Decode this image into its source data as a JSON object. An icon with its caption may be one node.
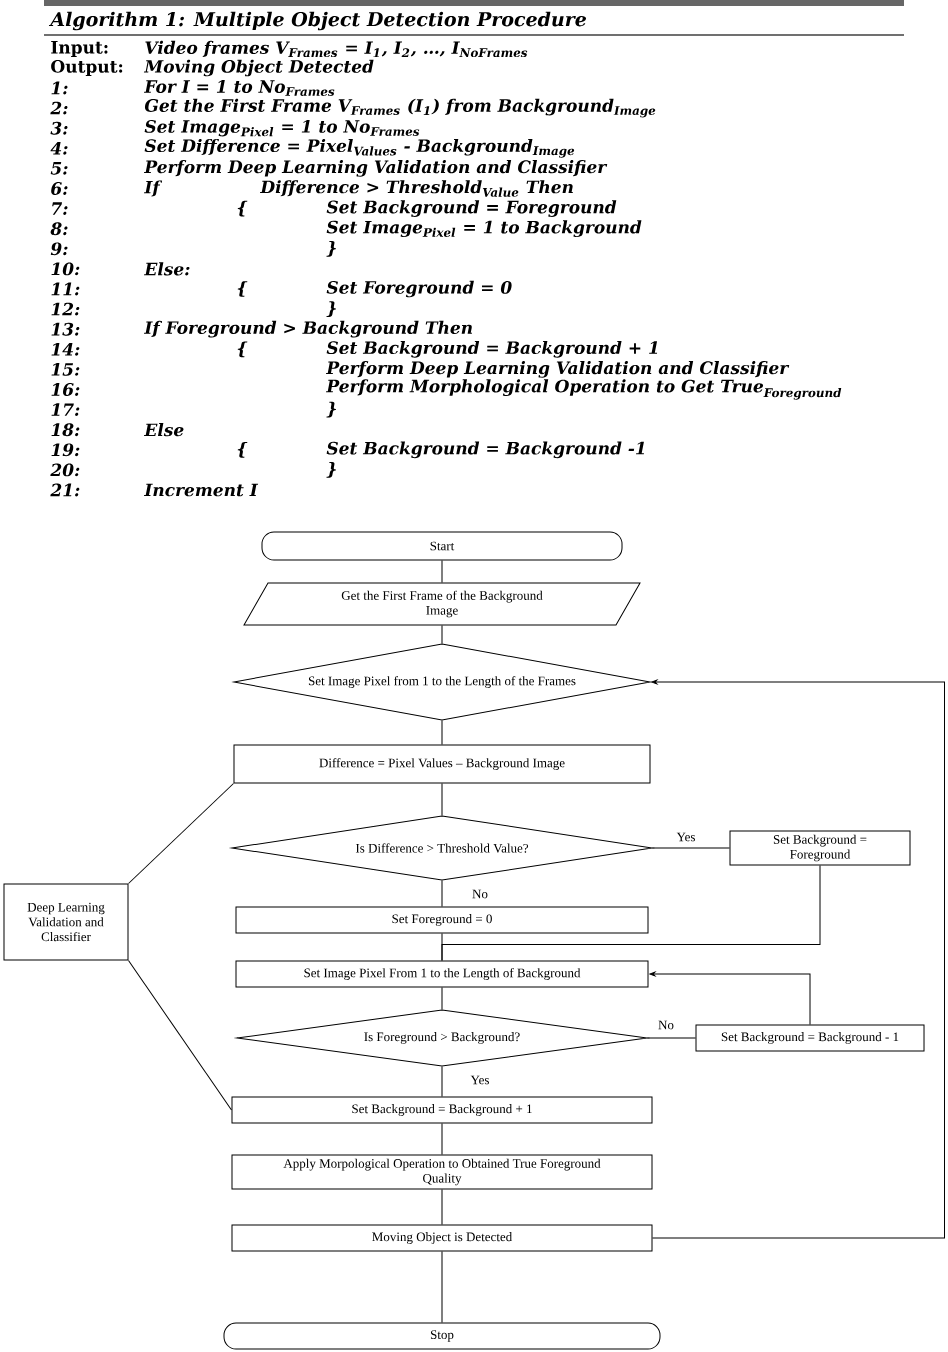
{
  "diagram": {
    "title": "Algorithm 1: Multiple Object Detection Procedure",
    "nodes": [
      {
        "text": [
          "Start"
        ]
      },
      {
        "text": [
          "Get the First Frame of the Background Image"
        ]
      },
      {
        "text": [
          "Set Image Pixel from 1 to the Length of the Frames"
        ]
      },
      {
        "text": [
          "Difference = Pixel Values – Background Image"
        ]
      },
      {
        "text": [
          "Is Difference > Threshold Value?"
        ]
      },
      {
        "text": [
          "Set Background = Foreground"
        ]
      },
      {
        "text": [
          "Set Foreground = 0"
        ]
      },
      {
        "text": [
          "Set Image Pixel From 1 to the Length of Background"
        ]
      },
      {
        "text": [
          "Is Foreground > Background?"
        ]
      },
      {
        "text": [
          "Set Background = Background - 1"
        ]
      },
      {
        "text": [
          "Set Background = Background + 1"
        ]
      },
      {
        "text": [
          "Apply Morpological Operation to Obtained True Foreground Quality"
        ]
      },
      {
        "text": [
          "Moving Object is Detected"
        ]
      },
      {
        "text": [
          "Stop"
        ]
      },
      {
        "text": [
          "Deep Learning Validation and Classifier"
        ]
      }
    ],
    "edges": [
      {
        "from": 0,
        "to": 1,
        "arrow": "none"
      },
      {
        "from": 1,
        "to": 2,
        "arrow": "none"
      },
      {
        "from": 2,
        "to": 3,
        "arrow": "none"
      },
      {
        "from": 3,
        "to": 4,
        "arrow": "none"
      },
      {
        "from": 4,
        "to": 5,
        "arrow": "none",
        "label": "Yes"
      },
      {
        "from": 4,
        "to": 6,
        "arrow": "none",
        "label": "No"
      },
      {
        "from": 6,
        "to": 7,
        "arrow": "none"
      },
      {
        "from": 5,
        "to": 7,
        "arrow": "none"
      },
      {
        "from": 7,
        "to": 8,
        "arrow": "none"
      },
      {
        "from": 8,
        "to": 9,
        "arrow": "none",
        "label": "No"
      },
      {
        "from": 9,
        "to": 7,
        "arrow": "to"
      },
      {
        "from": 8,
        "to": 10,
        "arrow": "none",
        "label": "Yes"
      },
      {
        "from": 10,
        "to": 11,
        "arrow": "none"
      },
      {
        "from": 11,
        "to": 12,
        "arrow": "none"
      },
      {
        "from": 12,
        "to": 13,
        "arrow": "none"
      },
      {
        "from": 12,
        "to": 2,
        "arrow": "to"
      },
      {
        "from": 14,
        "to": 3,
        "arrow": "none"
      },
      {
        "from": 14,
        "to": 10,
        "arrow": "none"
      }
    ],
    "labels": [
      "Input:",
      "Video frames V$_{Frames}$ = I$_{1}$, I$_{2}$, …, I$_{NoFrames}$",
      "Output:",
      "Moving Object Detected",
      "1:",
      "For I = 1 to No$_{Frames}$",
      "2:",
      "Get the First Frame V$_{Frames}$ (I$_{1}$) from Background$_{Image}$",
      "3:",
      "Set Image$_{Pixel}$ = 1 to No$_{Frames}$",
      "4:",
      "Set Difference = Pixel$_{Values}$ - Background$_{Image}$",
      "5:",
      "Perform Deep Learning Validation and Classifier",
      "6:",
      "If",
      "Difference > Threshold$_{Value}$ Then",
      "7:",
      "{",
      "Set Background = Foreground",
      "8:",
      "Set Image$_{Pixel}$ = 1 to Background",
      "9:",
      "}",
      "10:",
      "Else:",
      "11:",
      "{",
      "Set Foreground = 0",
      "12:",
      "}",
      "13:",
      "If Foreground > Background Then",
      "14:",
      "{",
      "Set Background = Background + 1",
      "15:",
      "Perform Deep Learning Validation and Classifier",
      "16:",
      "\\text{Perform Morphological Operation to Get True}_{\\text{Foreground}}",
      "17:",
      "}",
      "18:",
      "Else",
      "19:",
      "{",
      "Set Background = Background -1",
      "20:",
      "}",
      "21:",
      "Increment I"
    ]
  }
}
